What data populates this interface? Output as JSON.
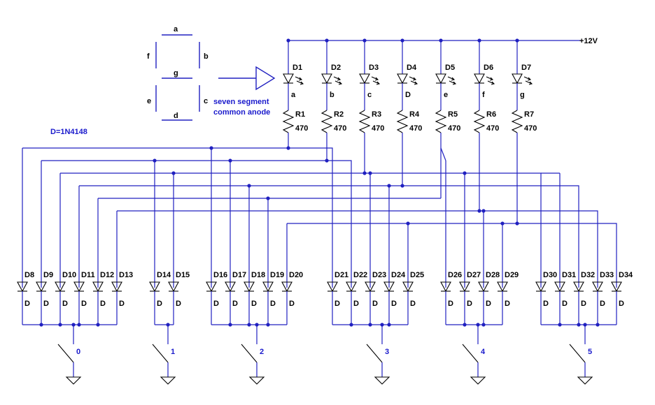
{
  "supply_label": "+12V",
  "diode_note": "D=1N4148",
  "seven_segment": {
    "caption_line1": "seven segment",
    "caption_line2": "common anode",
    "labels": {
      "a": "a",
      "b": "b",
      "c": "c",
      "d": "d",
      "e": "e",
      "f": "f",
      "g": "g"
    }
  },
  "leds": [
    {
      "ref": "D1",
      "seg": "a",
      "res": "R1",
      "val": "470"
    },
    {
      "ref": "D2",
      "seg": "b",
      "res": "R2",
      "val": "470"
    },
    {
      "ref": "D3",
      "seg": "c",
      "res": "R3",
      "val": "470"
    },
    {
      "ref": "D4",
      "seg": "D",
      "res": "R4",
      "val": "470"
    },
    {
      "ref": "D5",
      "seg": "e",
      "res": "R5",
      "val": "470"
    },
    {
      "ref": "D6",
      "seg": "f",
      "res": "R6",
      "val": "470"
    },
    {
      "ref": "D7",
      "seg": "g",
      "res": "R7",
      "val": "470"
    }
  ],
  "diode_value": "D",
  "groups": [
    {
      "switch": "0",
      "diodes": [
        "D8",
        "D9",
        "D10",
        "D11",
        "D12",
        "D13"
      ]
    },
    {
      "switch": "1",
      "diodes": [
        "D14",
        "D15"
      ]
    },
    {
      "switch": "2",
      "diodes": [
        "D16",
        "D17",
        "D18",
        "D19",
        "D20"
      ]
    },
    {
      "switch": "3",
      "diodes": [
        "D21",
        "D22",
        "D23",
        "D24",
        "D25"
      ]
    },
    {
      "switch": "4",
      "diodes": [
        "D26",
        "D27",
        "D28",
        "D29"
      ]
    },
    {
      "switch": "5",
      "diodes": [
        "D30",
        "D31",
        "D32",
        "D33",
        "D34"
      ]
    }
  ]
}
